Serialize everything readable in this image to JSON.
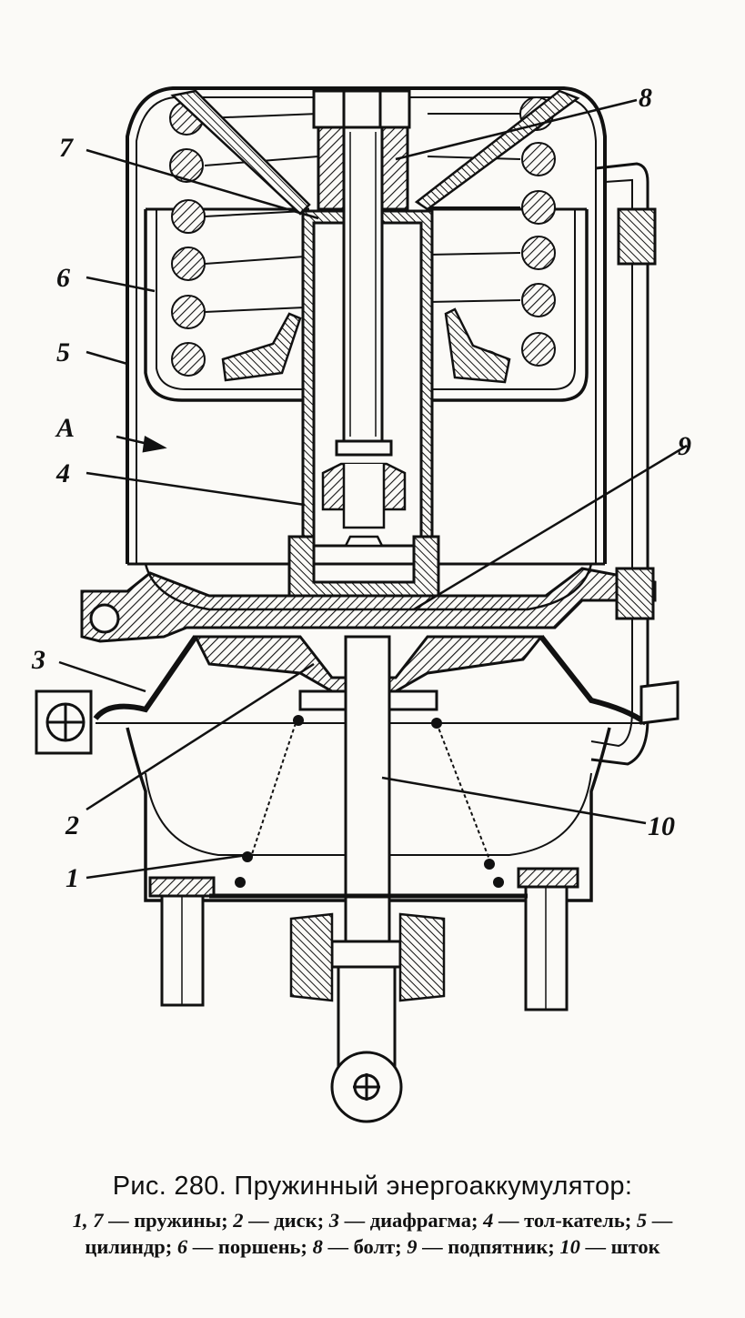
{
  "figure": {
    "labels": {
      "l1": "1",
      "l2": "2",
      "l3": "3",
      "l4": "4",
      "l5": "5",
      "l6": "6",
      "l7": "7",
      "l8": "8",
      "l9": "9",
      "l10": "10",
      "lA": "А"
    }
  },
  "caption": {
    "title": "Рис. 280. Пружинный энергоаккумулятор:",
    "legend": [
      {
        "num": "1, 7",
        "text": " — пружины; "
      },
      {
        "num": "2",
        "text": " — диск; "
      },
      {
        "num": "3",
        "text": " — диафрагма; "
      },
      {
        "num": "4",
        "text": " — тол-катель; "
      },
      {
        "num": "5",
        "text": " — цилиндр; "
      },
      {
        "num": "6",
        "text": " — поршень; "
      },
      {
        "num": "8",
        "text": " — болт; "
      },
      {
        "num": "9",
        "text": " — подпятник; "
      },
      {
        "num": "10",
        "text": " — шток"
      }
    ]
  }
}
